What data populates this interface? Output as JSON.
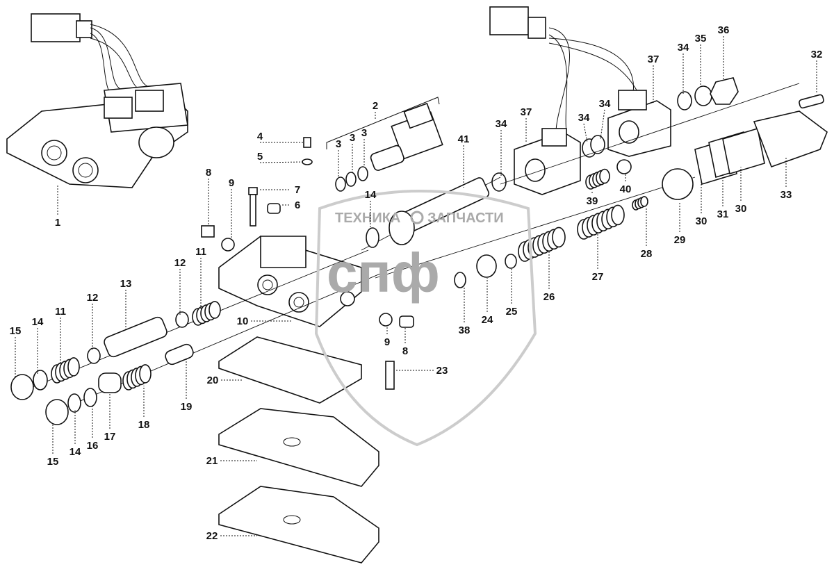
{
  "diagram": {
    "type": "exploded-parts-diagram",
    "watermark": {
      "text_left": "ТЕХНИКА",
      "text_right": "ЗАПЧАСТИ",
      "logo": "спф"
    },
    "line_color": "#111111",
    "background": "#ffffff",
    "labels": [
      "1",
      "2",
      "3",
      "3",
      "3",
      "4",
      "5",
      "6",
      "7",
      "8",
      "9",
      "11",
      "12",
      "13",
      "12",
      "11",
      "14",
      "15",
      "10",
      "9",
      "8",
      "14",
      "41",
      "34",
      "37",
      "37",
      "34",
      "35",
      "36",
      "32",
      "34",
      "34",
      "39",
      "40",
      "30",
      "31",
      "30",
      "33",
      "29",
      "28",
      "27",
      "26",
      "25",
      "24",
      "38",
      "23",
      "20",
      "19",
      "18",
      "17",
      "16",
      "14",
      "15",
      "21",
      "22"
    ]
  }
}
